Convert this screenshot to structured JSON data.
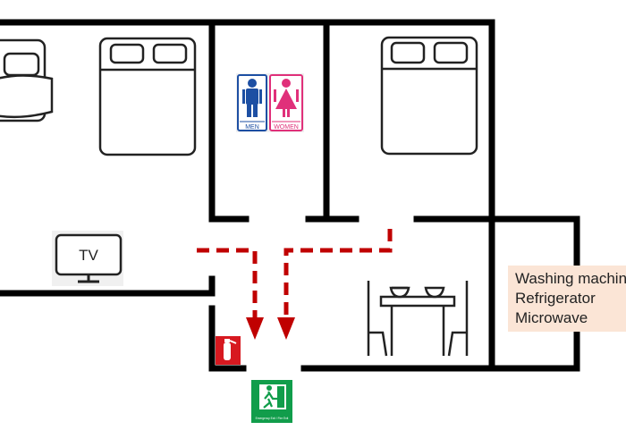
{
  "signs": {
    "restroom": {
      "men": "MEN",
      "women": "WOMEN"
    },
    "tv": "TV",
    "exit_caption": "Emergency Exit / Fire Exit"
  },
  "appliances": [
    "Washing machine",
    "Refrigerator",
    "Microwave"
  ],
  "colors": {
    "wall": "#000000",
    "evacuation_route": "#c00000",
    "men": "#1d4fa3",
    "women": "#e0307a",
    "exit_sign": "#119d4b",
    "extinguisher": "#d71920",
    "appliance_box": "#fbe5d6"
  },
  "icons": [
    "bed-icon",
    "toilet-sign-icon",
    "tv-icon",
    "dining-table-icon",
    "fire-extinguisher-icon",
    "emergency-exit-icon",
    "arrow-icon"
  ]
}
